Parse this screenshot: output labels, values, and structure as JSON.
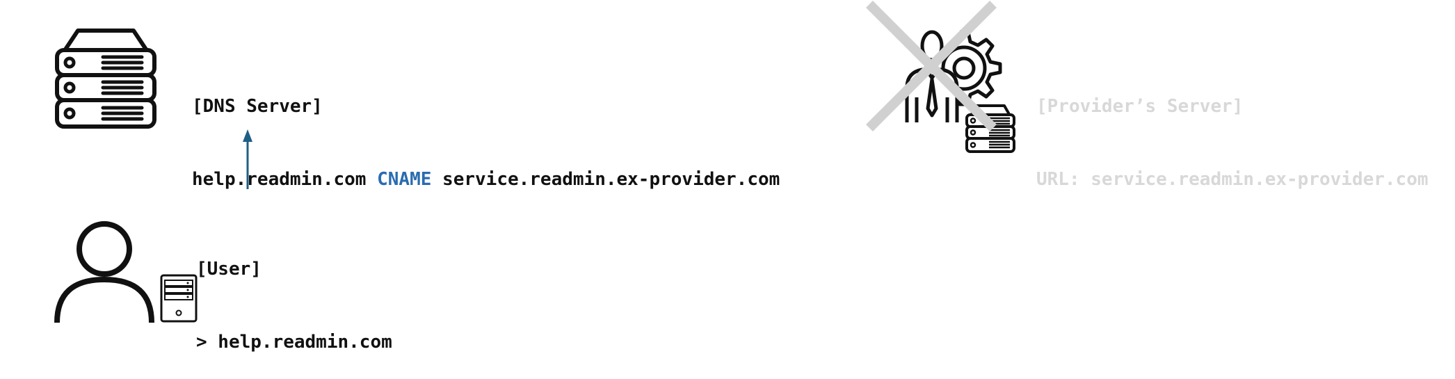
{
  "dns": {
    "title": "[DNS Server]",
    "record_host": "help.readmin.com",
    "record_type": "CNAME",
    "record_target": "service.readmin.ex-provider.com"
  },
  "user": {
    "title": "[User]",
    "command": "> help.readmin.com"
  },
  "provider": {
    "title": "[Provider’s Server]",
    "url": "URL: service.readmin.ex-provider.com",
    "status": "unavailable"
  },
  "colors": {
    "text": "#111111",
    "keyword": "#2a6cb0",
    "arrow": "#1f5f86",
    "faded_text": "#d8d8d8",
    "cross": "#d0d0d0"
  },
  "icons": {
    "dns": "server-stack-icon",
    "user": "user-icon",
    "user_device": "desktop-tower-icon",
    "provider": "businessman-gear-icon",
    "provider_server": "server-stack-icon",
    "provider_cross": "cross-icon"
  }
}
